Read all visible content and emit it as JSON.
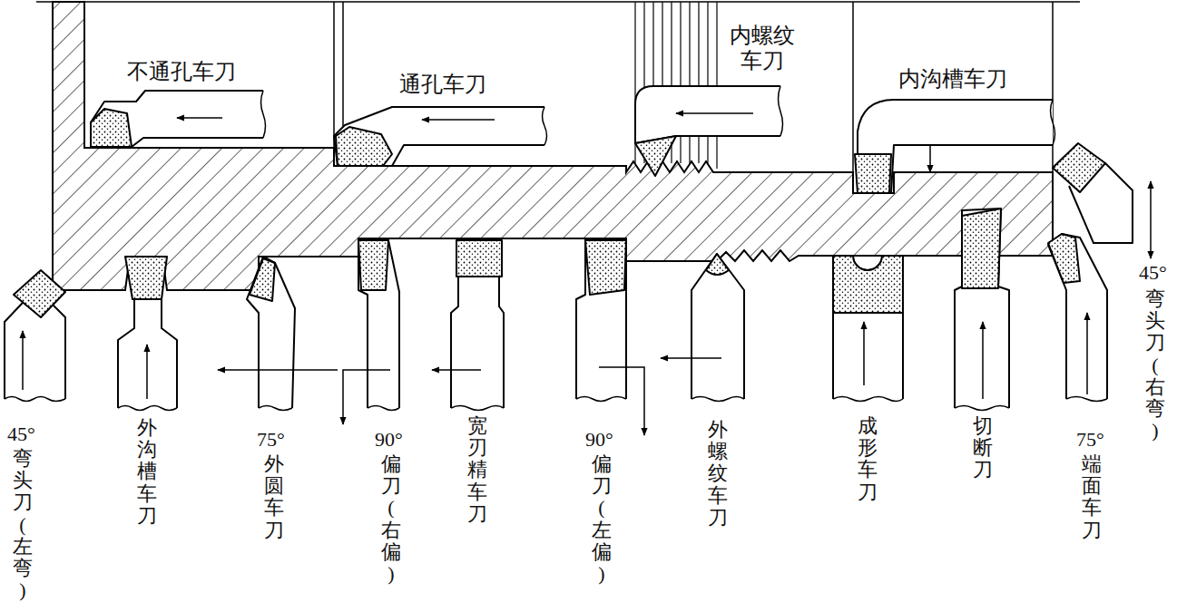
{
  "diagram": {
    "labels": [
      "不通孔车刀",
      "通孔车刀",
      "内螺纹 车刀",
      "内沟槽车刀",
      "45°",
      "弯头刀(右弯)",
      "45°",
      "弯头刀(左弯)",
      "外沟槽车刀",
      "75°",
      "外圆车刀",
      "90°",
      "偏刀(右偏)",
      "宽刃精车刀",
      "90°",
      "偏刀(左偏)",
      "外螺纹车刀",
      "成形车刀",
      "切断刀",
      "75°",
      "端面车刀"
    ]
  }
}
